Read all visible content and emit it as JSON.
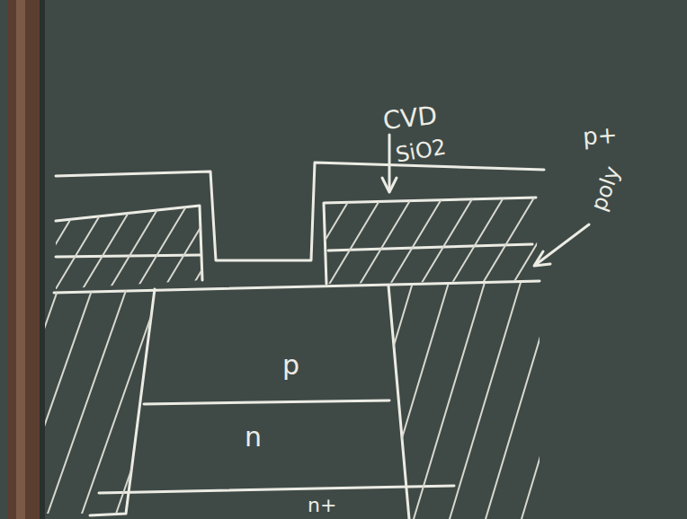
{
  "diagram": {
    "labels": [
      "CVD",
      "SiO2",
      "p+",
      "poly",
      "p",
      "n",
      "n+"
    ]
  }
}
